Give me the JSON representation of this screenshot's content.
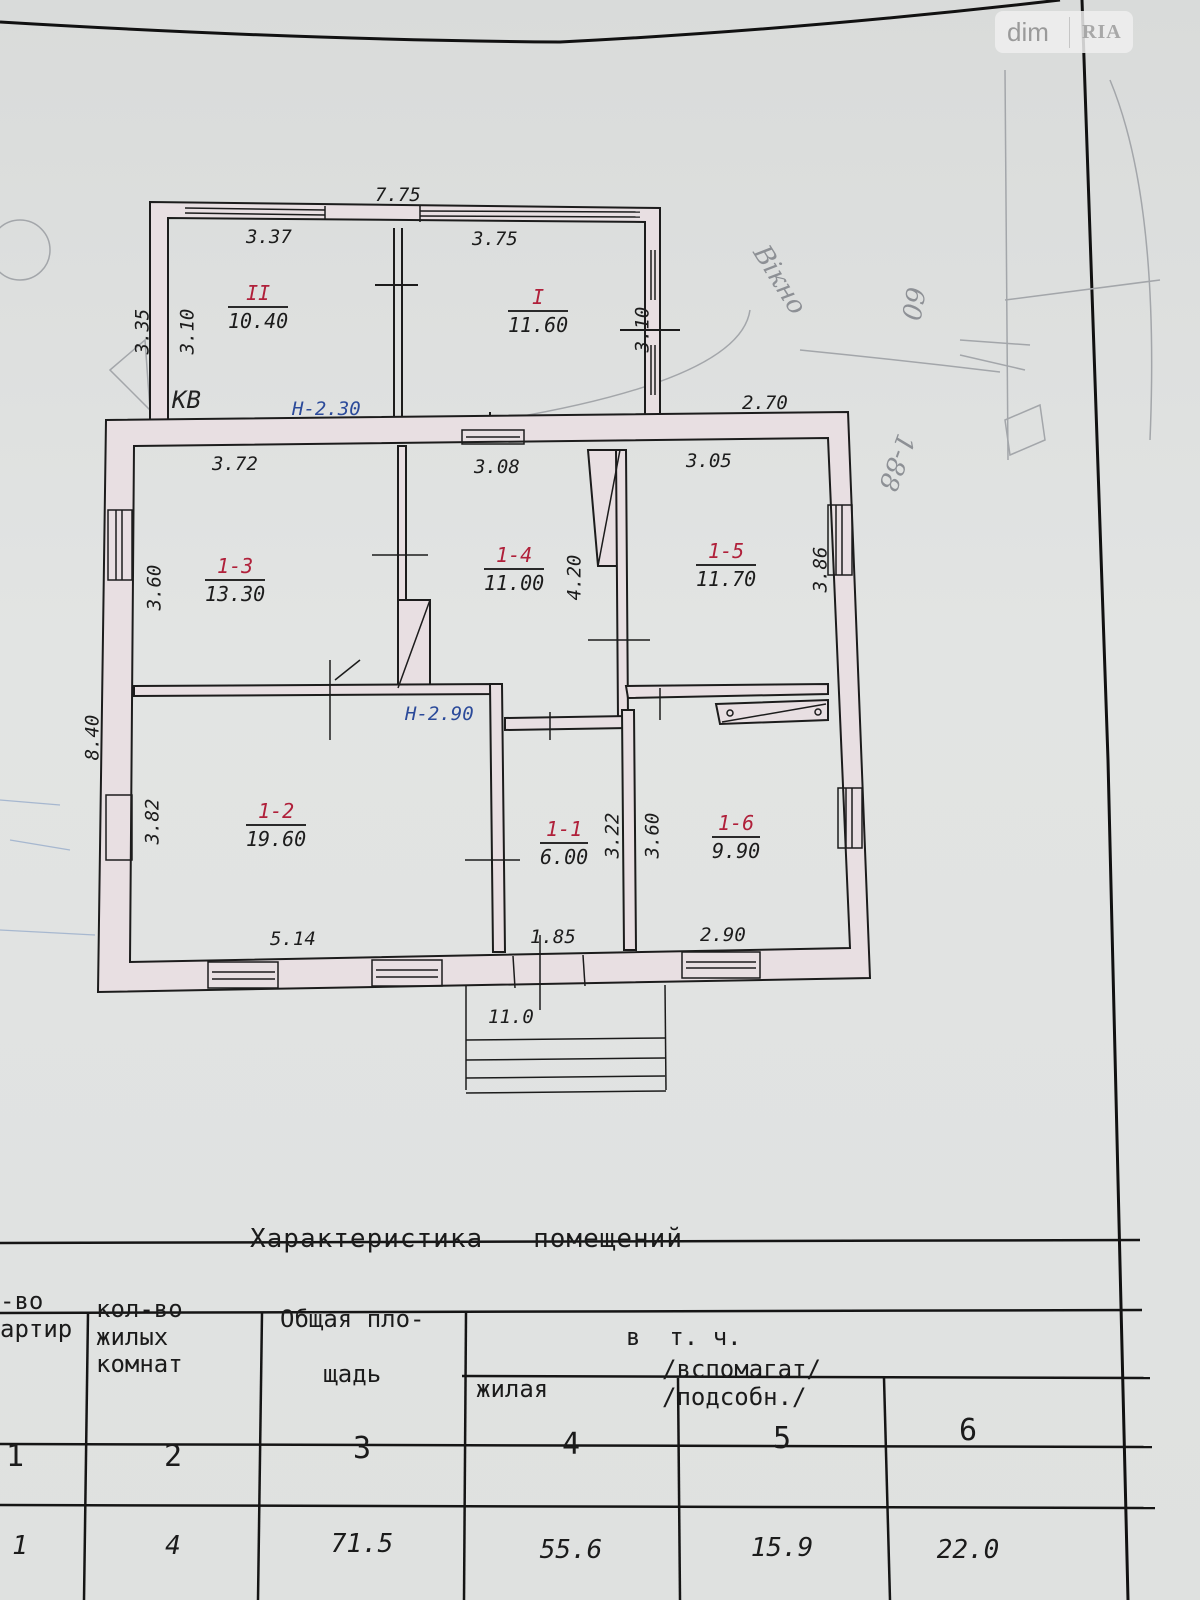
{
  "watermark": {
    "left": "dim",
    "right": "RIA"
  },
  "plan": {
    "overall_width": "11.0",
    "overall_depth": "8.40",
    "annex_width": "7.75",
    "annex_depth": "3.35",
    "annex_side_right": "3.10",
    "annex_side_left": "3.10",
    "annex_height": "H-2.30",
    "main_height": "H-2.90",
    "top_right_offset": "2.70",
    "corner_mark": "KB",
    "rooms": [
      {
        "id": "II",
        "area": "10.40",
        "dims": [
          "3.37",
          "3.10"
        ]
      },
      {
        "id": "I",
        "area": "11.60",
        "dims": [
          "3.75",
          "3.10"
        ]
      },
      {
        "id": "1-3",
        "area": "13.30",
        "dims": [
          "3.72",
          "3.60"
        ]
      },
      {
        "id": "1-4",
        "area": "11.00",
        "dims": [
          "3.08",
          "4.20"
        ]
      },
      {
        "id": "1-5",
        "area": "11.70",
        "dims": [
          "3.05",
          "3.86"
        ]
      },
      {
        "id": "1-2",
        "area": "19.60",
        "dims": [
          "5.14",
          "3.82"
        ]
      },
      {
        "id": "1-1",
        "area": "6.00",
        "dims": [
          "1.85",
          "3.22"
        ]
      },
      {
        "id": "1-6",
        "area": "9.90",
        "dims": [
          "2.90",
          "3.60"
        ]
      }
    ],
    "pencil_notes": [
      "Вікно",
      "60",
      "1-88"
    ]
  },
  "table": {
    "title": "Характеристика   помещений",
    "headers": {
      "col1": "-во\nартир",
      "col2": "кол-во\nжилых\nкомнат",
      "col3": "Общая пло-\nщадь",
      "group": "в  т. ч.",
      "col4": "жилая",
      "col5": "/вспомагат/\n/подсобн./",
      "col6": ""
    },
    "col_numbers": [
      "1",
      "2",
      "3",
      "4",
      "5",
      "6"
    ],
    "rows": [
      {
        "apartments": "1",
        "living_rooms": "4",
        "total_area": "71.5",
        "living_area": "55.6",
        "auxiliary_area": "15.9",
        "col6": "22.0"
      }
    ]
  }
}
